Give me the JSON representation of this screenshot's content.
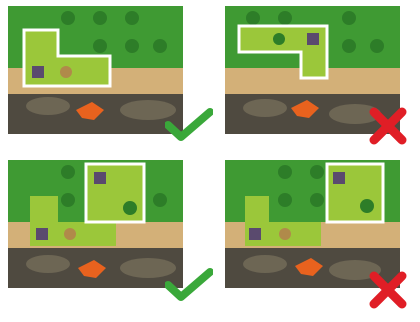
{
  "figure": {
    "panels": [
      {
        "id": "top-left",
        "status": "correct",
        "status_icon": "checkmark-icon"
      },
      {
        "id": "top-right",
        "status": "incorrect",
        "status_icon": "cross-icon"
      },
      {
        "id": "bottom-left",
        "status": "correct",
        "status_icon": "checkmark-icon"
      },
      {
        "id": "bottom-right",
        "status": "incorrect",
        "status_icon": "cross-icon"
      }
    ],
    "colors": {
      "grass": "#3f9a33",
      "tile_fill": "#9bc73a",
      "tile_outline": "#ffffff",
      "checkmark": "#3aa83a",
      "cross": "#e01e26",
      "dirt": "#d3b078",
      "rocks": "#4f4a40",
      "fox": "#e8621e"
    }
  }
}
